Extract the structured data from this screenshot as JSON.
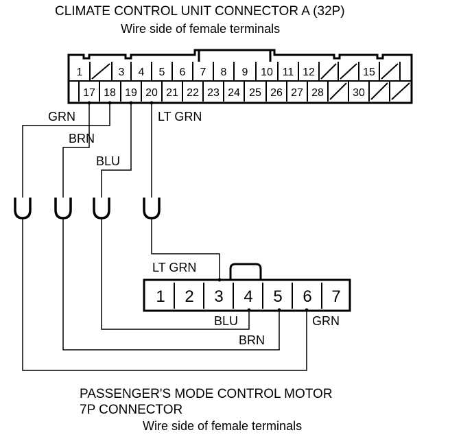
{
  "top_connector": {
    "title": "CLIMATE CONTROL UNIT CONNECTOR A (32P)",
    "subtitle": "Wire side of female terminals",
    "row1": [
      "1",
      "",
      "3",
      "4",
      "5",
      "6",
      "7",
      "8",
      "9",
      "10",
      "11",
      "12",
      "",
      "",
      "15",
      ""
    ],
    "row2": [
      "",
      "17",
      "18",
      "19",
      "20",
      "21",
      "22",
      "23",
      "24",
      "25",
      "26",
      "27",
      "28",
      "",
      "30",
      "",
      ""
    ]
  },
  "bottom_connector": {
    "title_line1": "PASSENGER'S MODE CONTROL MOTOR",
    "title_line2": "7P CONNECTOR",
    "subtitle": "Wire side of female terminals",
    "pins": [
      "1",
      "2",
      "3",
      "4",
      "5",
      "6",
      "7"
    ]
  },
  "wires": {
    "grn_top": "GRN",
    "brn_top": "BRN",
    "blu_top": "BLU",
    "ltgrn_top": "LT GRN",
    "ltgrn_bottom": "LT GRN",
    "blu_bottom": "BLU",
    "brn_bottom": "BRN",
    "grn_bottom": "GRN"
  }
}
